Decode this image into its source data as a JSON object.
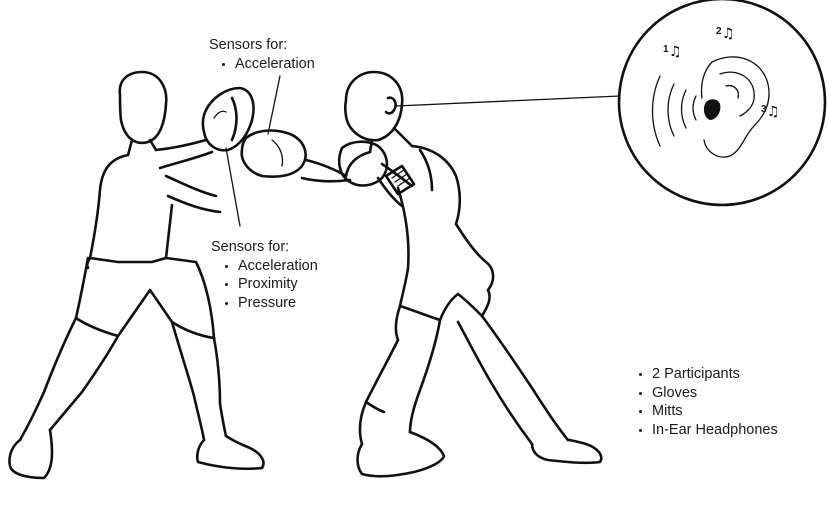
{
  "glove_sensors": {
    "title": "Sensors for:",
    "items": [
      "Acceleration"
    ]
  },
  "mitt_sensors": {
    "title": "Sensors for:",
    "items": [
      "Acceleration",
      "Proximity",
      "Pressure"
    ]
  },
  "equipment": {
    "items": [
      "2 Participants",
      "Gloves",
      "Mitts",
      "In-Ear Headphones"
    ]
  },
  "headphone_inset": {
    "note_numbers": [
      "1",
      "2",
      "3"
    ],
    "icons": [
      "ear-icon",
      "music-note-icon",
      "sound-wave-icon",
      "earbud-icon"
    ]
  },
  "colors": {
    "ink": "#111111",
    "background": "#ffffff"
  }
}
